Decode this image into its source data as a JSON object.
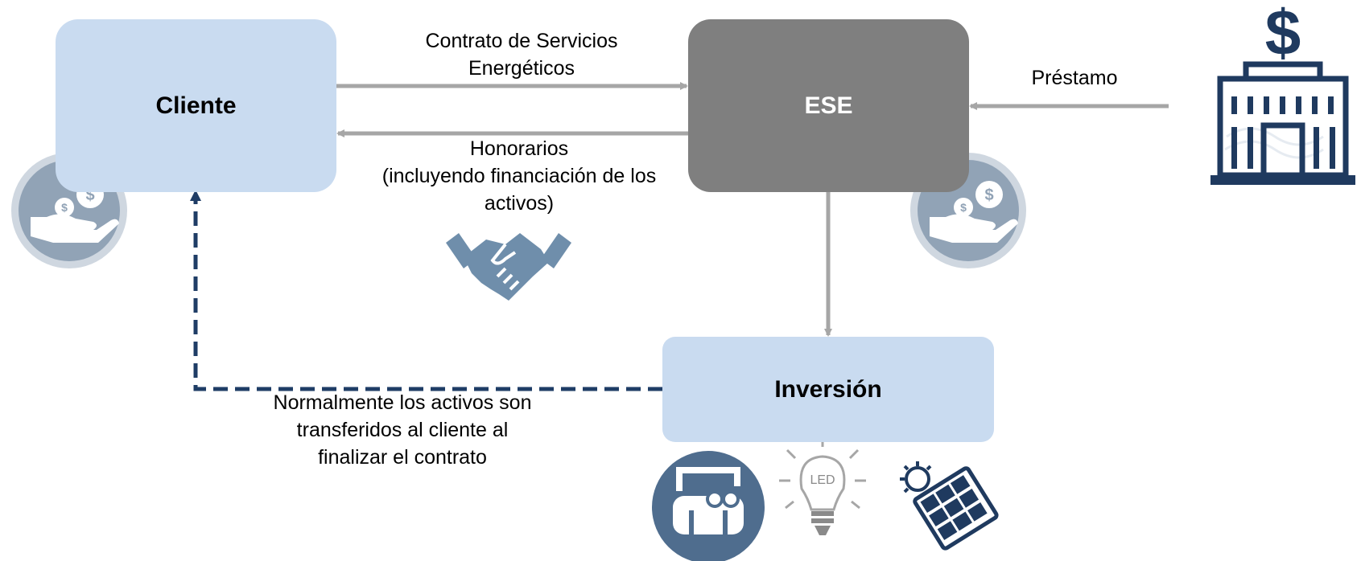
{
  "nodes": {
    "cliente": "Cliente",
    "ese": "ESE",
    "inversion": "Inversión"
  },
  "edges": {
    "contrato_line1": "Contrato de Servicios",
    "contrato_line2": "Energéticos",
    "honorarios_line1": "Honorarios",
    "honorarios_line2": "(incluyendo financiación de los",
    "honorarios_line3": "activos)",
    "prestamo": "Préstamo",
    "transfer_line1": "Normalmente los activos son",
    "transfer_line2": "transferidos al cliente al",
    "transfer_line3": "finalizar el contrato"
  },
  "icons": {
    "client_money": "hand-coins-icon",
    "ese_money": "hand-coins-icon",
    "handshake": "handshake-icon",
    "bank": "bank-icon",
    "boiler": "boiler-icon",
    "led": "led-bulb-icon",
    "solar": "solar-panel-icon"
  },
  "colors": {
    "client_box": "#c9dbf0",
    "ese_box": "#7f7f7f",
    "arrow": "#a6a6a6",
    "dashed_arrow": "#1f3d66",
    "icon_dark": "#1f3a5f",
    "icon_mid": "#5b7a99"
  }
}
